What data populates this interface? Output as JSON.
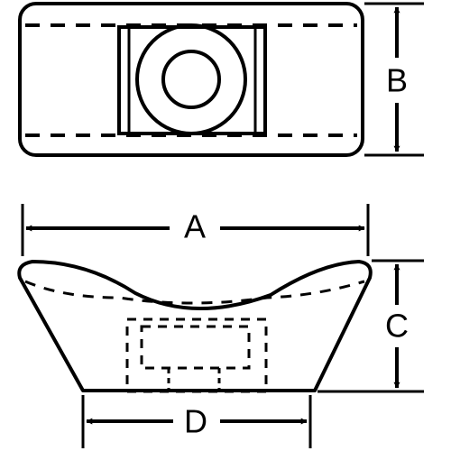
{
  "dimension_labels": {
    "a": "A",
    "b": "B",
    "c": "C",
    "d": "D"
  },
  "colors": {
    "line": "#000000",
    "background": "#ffffff"
  }
}
